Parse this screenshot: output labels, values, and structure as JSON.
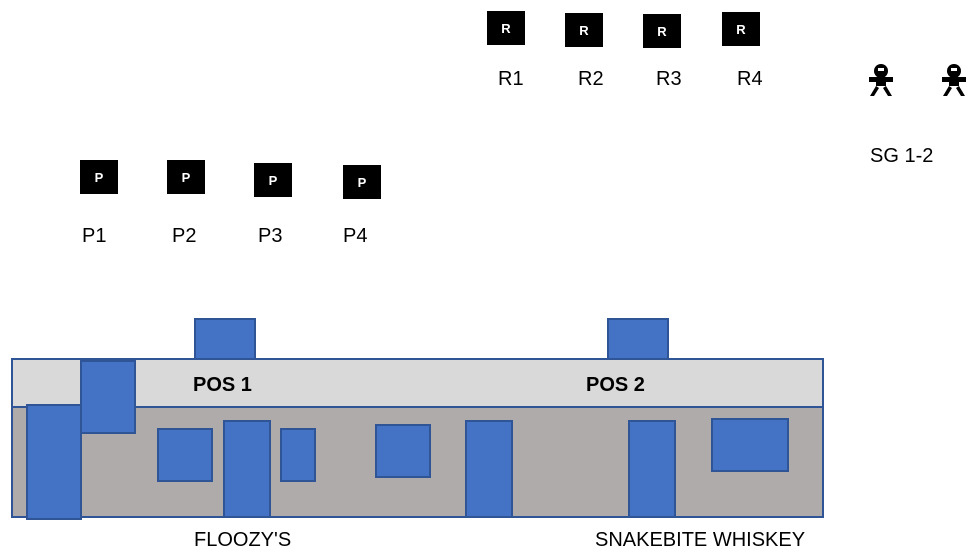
{
  "performers": {
    "icon_letter": "P",
    "items": [
      "P1",
      "P2",
      "P3",
      "P4"
    ]
  },
  "rovers": {
    "icon_letter": "R",
    "items": [
      "R1",
      "R2",
      "R3",
      "R4"
    ]
  },
  "security": {
    "icon": "security-guard-icon",
    "label": "SG 1-2"
  },
  "counter": {
    "pos1": "POS 1",
    "pos2": "POS 2"
  },
  "venues": {
    "left": "FLOOZY'S",
    "right": "SNAKEBITE WHISKEY"
  },
  "colors": {
    "blue": "#4472c4",
    "counter": "#d9d9d9",
    "floor": "#afabab",
    "tile": "#000000"
  }
}
